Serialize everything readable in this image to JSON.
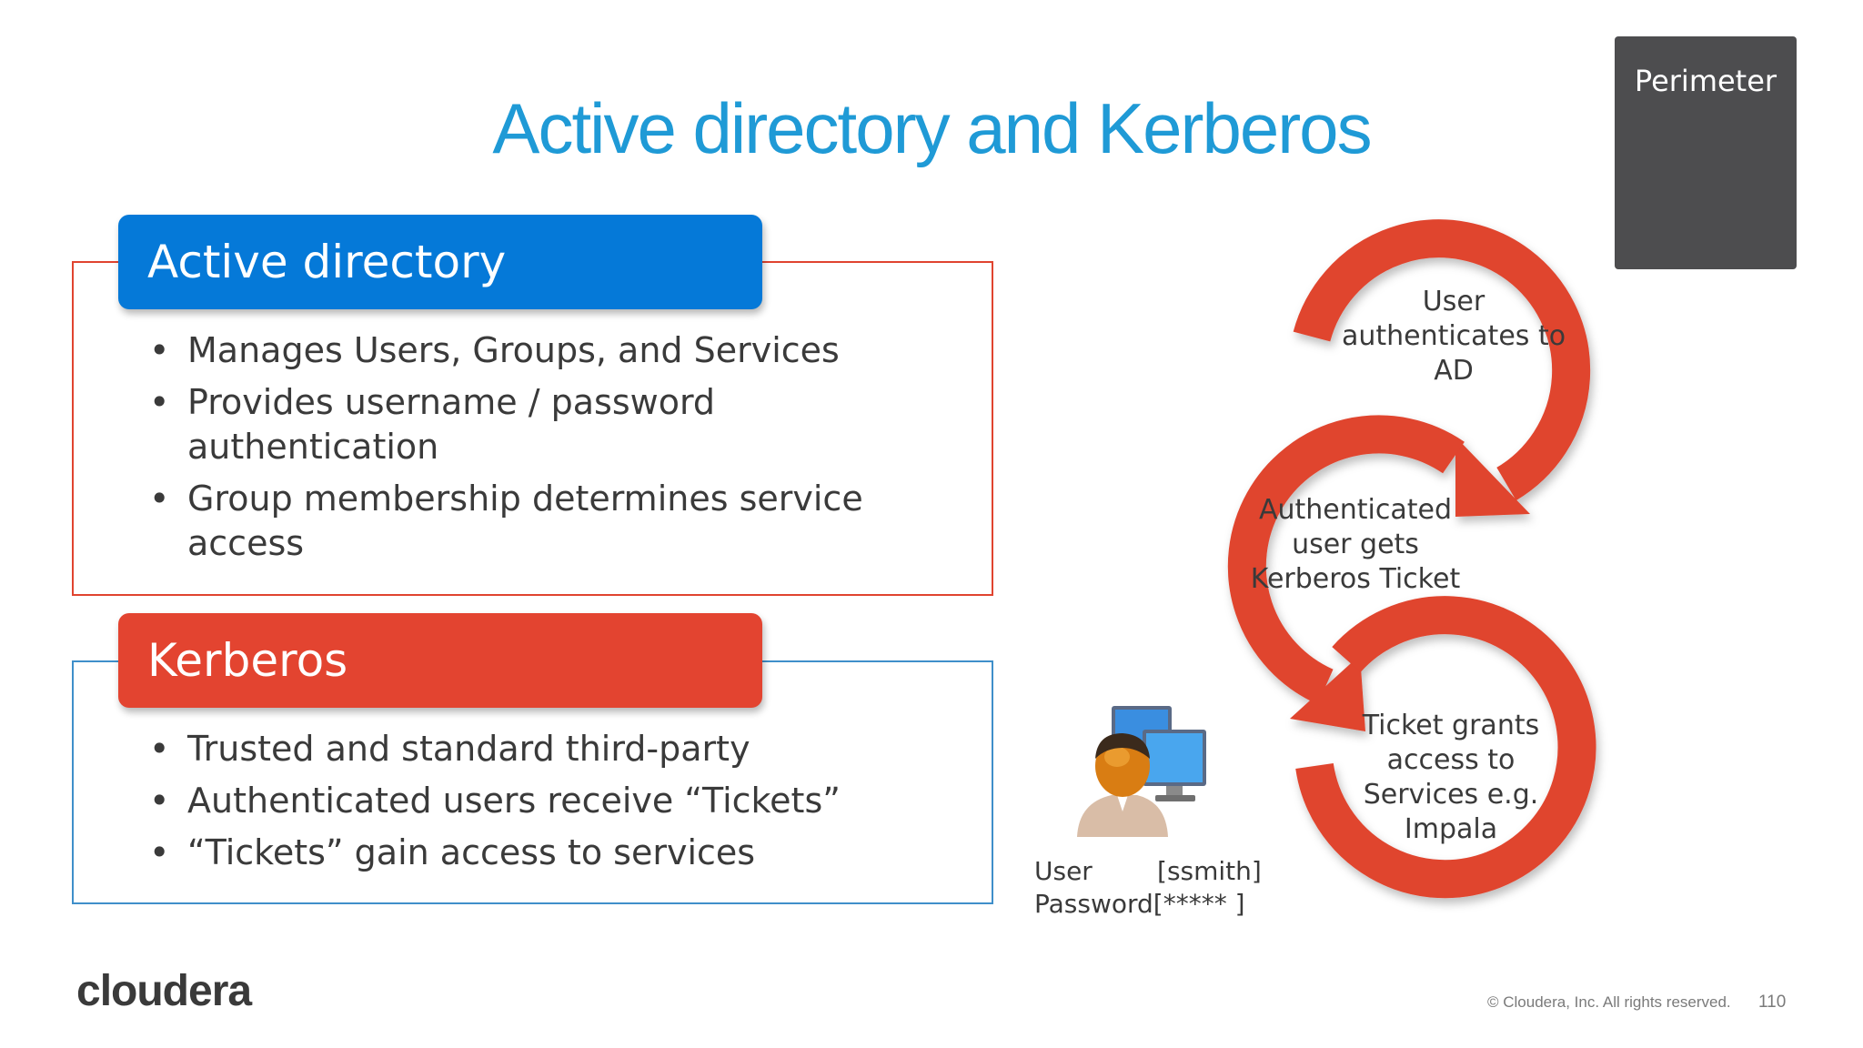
{
  "slide": {
    "title": "Active directory and Kerberos",
    "perimeter_label": "Perimeter",
    "active_directory": {
      "heading": "Active directory",
      "bullets": [
        "Manages Users, Groups, and Services",
        "Provides username / password authentication",
        "Group membership determines service access"
      ]
    },
    "kerberos": {
      "heading": "Kerberos",
      "bullets": [
        "Trusted and standard third-party",
        "Authenticated users receive “Tickets”",
        "“Tickets” gain access to services"
      ]
    },
    "cycle": {
      "step1": "User authenticates to AD",
      "step2": "Authenticated user gets Kerberos Ticket",
      "step3": "Ticket grants access to Services e.g. Impala"
    },
    "login": {
      "user_label": "User",
      "user_value": "[ssmith]",
      "password_label": "Password",
      "password_value": "[***** ]"
    },
    "footer": {
      "logo": "cloudera",
      "copyright": "© Cloudera, Inc. All rights reserved.",
      "page_number": "110"
    },
    "colors": {
      "title_blue": "#1f9ad6",
      "ad_blue": "#0579d8",
      "kerberos_red": "#e34430",
      "cycle_red": "#e0442f",
      "perimeter_gray": "#4d4d4f"
    }
  }
}
